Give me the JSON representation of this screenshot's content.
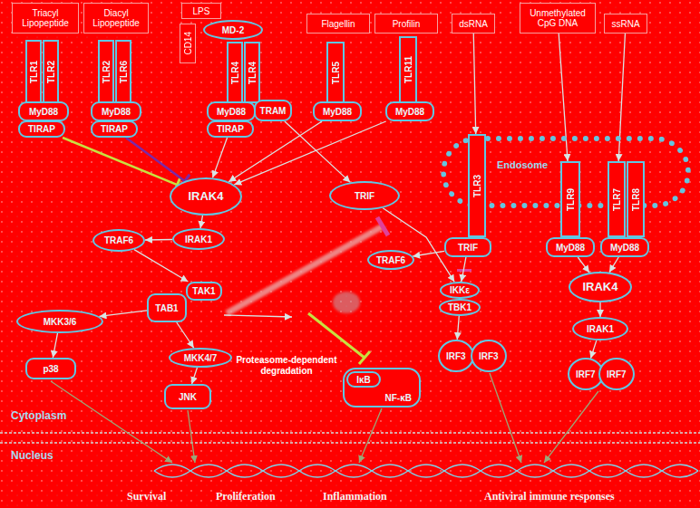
{
  "diagram": {
    "nodes": [
      {
        "text": [
          "Triacyl Lipopeptide"
        ]
      },
      {
        "text": [
          "Diacyl Lipopeptide"
        ]
      },
      {
        "text": [
          "LPS"
        ]
      },
      {
        "text": [
          "CD14"
        ]
      },
      {
        "text": [
          "MD-2"
        ]
      },
      {
        "text": [
          "Flagellin"
        ]
      },
      {
        "text": [
          "Profilin"
        ]
      },
      {
        "text": [
          "dsRNA"
        ]
      },
      {
        "text": [
          "Unmethylated CpG DNA"
        ]
      },
      {
        "text": [
          "ssRNA"
        ]
      },
      {
        "text": [
          "TLR1"
        ]
      },
      {
        "text": [
          "TLR2"
        ]
      },
      {
        "text": [
          "MyD88"
        ]
      },
      {
        "text": [
          "TIRAP"
        ]
      },
      {
        "text": [
          "TLR2"
        ]
      },
      {
        "text": [
          "TLR6"
        ]
      },
      {
        "text": [
          "MyD88"
        ]
      },
      {
        "text": [
          "TIRAP"
        ]
      },
      {
        "text": [
          "TLR4"
        ]
      },
      {
        "text": [
          "TLR4"
        ]
      },
      {
        "text": [
          "MyD88"
        ]
      },
      {
        "text": [
          "TIRAP"
        ]
      },
      {
        "text": [
          "TRAM"
        ]
      },
      {
        "text": [
          "TLR5"
        ]
      },
      {
        "text": [
          "MyD88"
        ]
      },
      {
        "text": [
          "TLR11"
        ]
      },
      {
        "text": [
          "MyD88"
        ]
      },
      {
        "text": [
          "Endosome"
        ]
      },
      {
        "text": [
          "TLR3"
        ]
      },
      {
        "text": [
          "TRIF"
        ]
      },
      {
        "text": [
          "TLR9"
        ]
      },
      {
        "text": [
          "MyD88"
        ]
      },
      {
        "text": [
          "TLR7"
        ]
      },
      {
        "text": [
          "TLR8"
        ]
      },
      {
        "text": [
          "MyD88"
        ]
      },
      {
        "text": [
          "IRAK4"
        ]
      },
      {
        "text": [
          "IRAK1"
        ]
      },
      {
        "text": [
          "TRAF6"
        ]
      },
      {
        "text": [
          "TRIF"
        ]
      },
      {
        "text": [
          "TRAF6"
        ]
      },
      {
        "text": [
          "TAK1"
        ]
      },
      {
        "text": [
          "TAB1"
        ]
      },
      {
        "text": [
          "MKK3/6"
        ]
      },
      {
        "text": [
          "MKK4/7"
        ]
      },
      {
        "text": [
          "p38"
        ]
      },
      {
        "text": [
          "JNK"
        ]
      },
      {
        "text": [
          "IKKε"
        ]
      },
      {
        "text": [
          "TBK1"
        ]
      },
      {
        "text": [
          "IRAK4"
        ]
      },
      {
        "text": [
          "IRAK1"
        ]
      },
      {
        "text": [
          "IRF3"
        ]
      },
      {
        "text": [
          "IRF3"
        ]
      },
      {
        "text": [
          "NF-κB"
        ]
      },
      {
        "text": [
          "IκB"
        ],
        "in": 52
      },
      {
        "text": [
          "IRF7"
        ]
      },
      {
        "text": [
          "IRF7"
        ]
      }
    ],
    "edges": [
      {
        "from": 13,
        "to": 35,
        "arrow": "none"
      },
      {
        "from": 17,
        "to": 35,
        "arrow": "none"
      },
      {
        "from": 21,
        "to": 35,
        "arrow": "to"
      },
      {
        "from": 24,
        "to": 35,
        "arrow": "to"
      },
      {
        "from": 26,
        "to": 35,
        "arrow": "to"
      },
      {
        "from": 22,
        "to": 38,
        "arrow": "to"
      },
      {
        "from": 35,
        "to": 36,
        "arrow": "to"
      },
      {
        "from": 36,
        "to": 37,
        "arrow": "to"
      },
      {
        "from": 37,
        "to": 40,
        "arrow": "to"
      },
      {
        "from": 41,
        "to": 42,
        "arrow": "to"
      },
      {
        "from": 41,
        "to": 43,
        "arrow": "to"
      },
      {
        "from": 43,
        "to": 45,
        "arrow": "to"
      },
      {
        "from": 42,
        "to": 44,
        "arrow": "to"
      },
      {
        "from": 7,
        "to": 28,
        "arrow": "to"
      },
      {
        "from": 8,
        "to": 30,
        "arrow": "to"
      },
      {
        "from": 9,
        "to": 32,
        "arrow": "to"
      },
      {
        "from": 29,
        "to": 39,
        "arrow": "to"
      },
      {
        "from": 29,
        "to": 46,
        "arrow": "to"
      },
      {
        "from": 38,
        "to": 46,
        "arrow": "to"
      },
      {
        "from": 47,
        "to": 50,
        "arrow": "to"
      },
      {
        "from": 31,
        "to": 48,
        "arrow": "to"
      },
      {
        "from": 34,
        "to": 48,
        "arrow": "to"
      },
      {
        "from": 48,
        "to": 49,
        "arrow": "to"
      },
      {
        "from": 49,
        "to": 54,
        "arrow": "to"
      }
    ],
    "labels": [
      "Proteasome-dependent degradation",
      "Cytoplasm",
      "Nucleus",
      "Survival",
      "Proliferation",
      "Inflammation",
      "Antiviral immune responses"
    ]
  }
}
